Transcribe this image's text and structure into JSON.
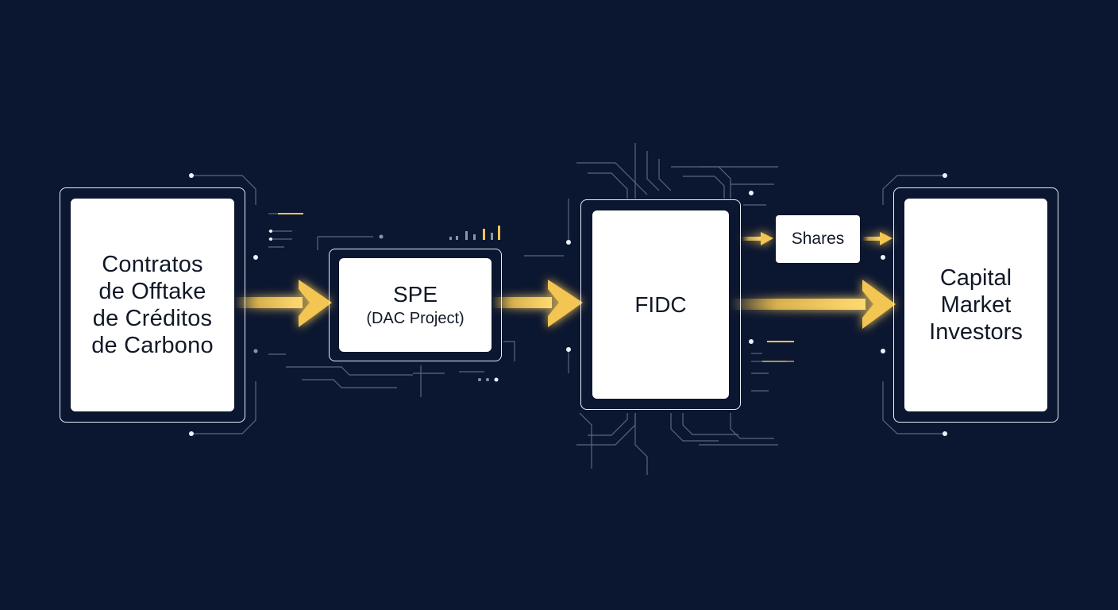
{
  "nodes": {
    "contracts": {
      "label": "Contratos\nde Offtake\nde Créditos\nde Carbono"
    },
    "spe": {
      "title": "SPE",
      "subtitle": "(DAC Project)"
    },
    "fidc": {
      "label": "FIDC"
    },
    "shares": {
      "label": "Shares"
    },
    "investors": {
      "label": "Capital\nMarket\nInvestors"
    }
  },
  "colors": {
    "background": "#0b1630",
    "card": "#ffffff",
    "frame": "#e9edf5",
    "arrow": "#f3c553",
    "arrow_glow": "#ffe9a6",
    "circuit": "#5b6680",
    "text": "#111827"
  }
}
